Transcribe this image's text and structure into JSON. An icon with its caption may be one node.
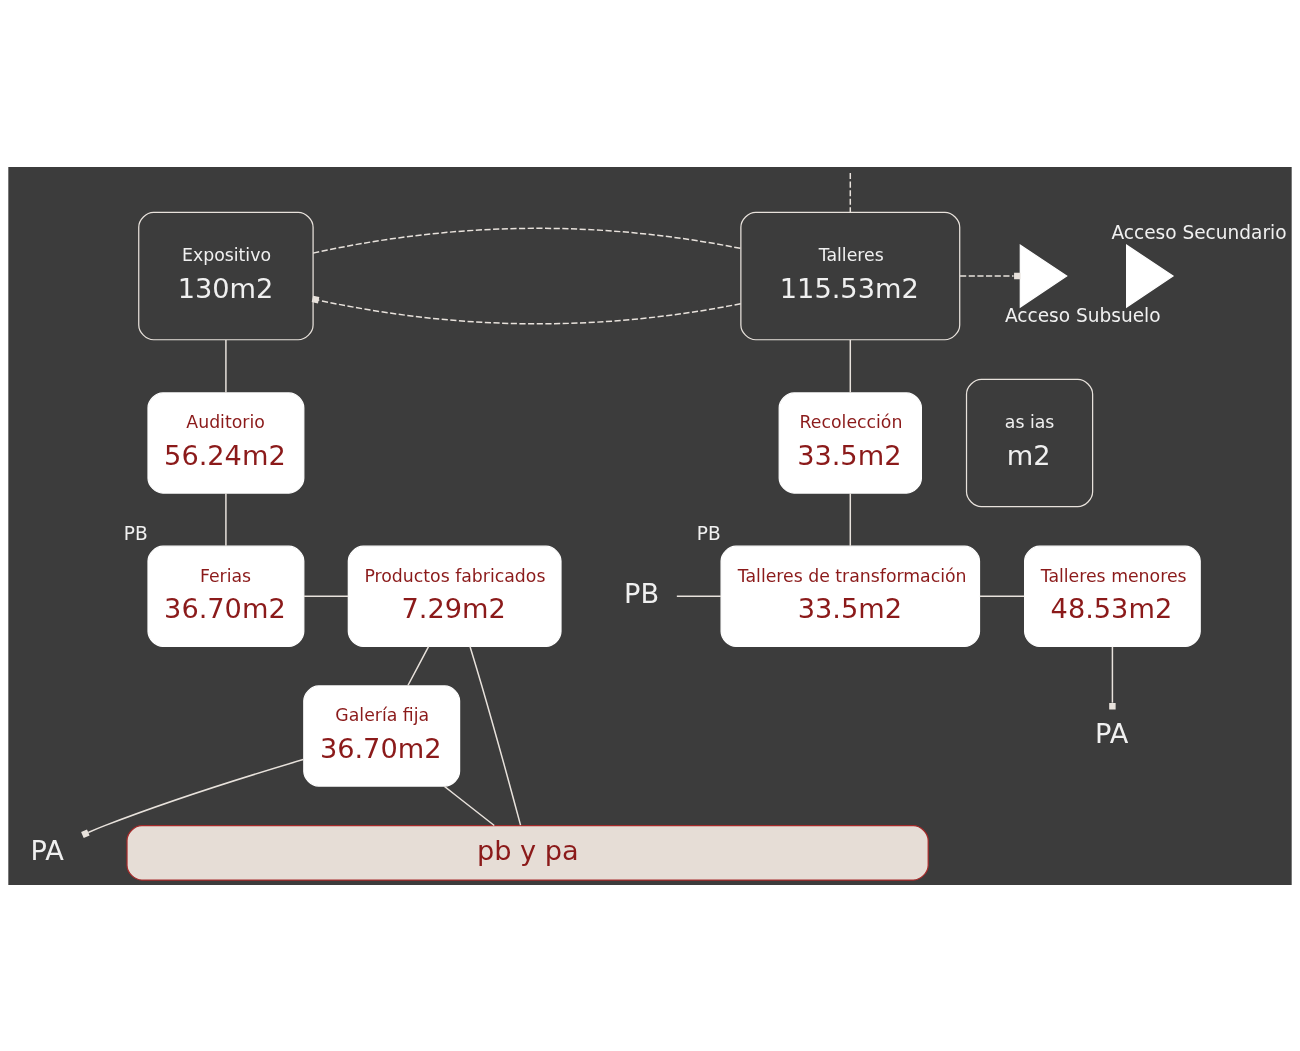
{
  "diagram": {
    "nodes": [
      {
        "text": [
          "Expositivo",
          "130m2"
        ]
      },
      {
        "text": [],
        "shape": "triangle",
        "beside": [
          "Acceso Secundario"
        ]
      },
      {
        "text": [
          "Talleres",
          "115.53m2"
        ]
      },
      {
        "text": [],
        "shape": "triangle",
        "beside": [
          "Acceso Subsuelo"
        ]
      },
      {
        "text": [
          "as ias",
          "m2"
        ]
      },
      {
        "text": [
          "Auditorio",
          "56.24m2"
        ]
      },
      {
        "text": [
          "Recolección",
          "33.5m2"
        ]
      },
      {
        "text": [
          "Ferias",
          "36.70m2"
        ],
        "beside": [
          "PB"
        ]
      },
      {
        "text": [
          "Productos fabricados",
          "7.29m2"
        ]
      },
      {
        "text": [
          "PB"
        ]
      },
      {
        "text": [
          "Talleres de transformación",
          "33.5m2"
        ],
        "beside": [
          "PB"
        ]
      },
      {
        "text": [
          "Talleres menores",
          "48.53m2"
        ]
      },
      {
        "text": [
          "Galería fija",
          "36.70m2"
        ]
      },
      {
        "text": [
          "PA"
        ]
      },
      {
        "text": [
          "PA"
        ]
      },
      {
        "text": [
          "pb y pa"
        ]
      }
    ],
    "edges": [
      {
        "from": 2,
        "to": 0,
        "arrow": "other",
        "style": "dashed"
      },
      {
        "from": null,
        "to": 2,
        "arrow": "none",
        "style": "dashed"
      },
      {
        "from": 0,
        "to": 2,
        "arrow": "none",
        "style": "dashed"
      },
      {
        "from": 2,
        "to": 3,
        "arrow": "other",
        "style": "dashed"
      },
      {
        "from": 0,
        "to": 5,
        "arrow": "none"
      },
      {
        "from": 2,
        "to": 6,
        "arrow": "none"
      },
      {
        "from": 5,
        "to": 7,
        "arrow": "none"
      },
      {
        "from": 6,
        "to": 10,
        "arrow": "none"
      },
      {
        "from": 7,
        "to": 8,
        "arrow": "none"
      },
      {
        "from": 9,
        "to": 10,
        "arrow": "none"
      },
      {
        "from": 10,
        "to": 11,
        "arrow": "none"
      },
      {
        "from": 8,
        "to": 12,
        "arrow": "none"
      },
      {
        "from": 11,
        "to": 13,
        "arrow": "other"
      },
      {
        "from": 12,
        "to": 14,
        "arrow": "other"
      },
      {
        "from": 8,
        "to": 15,
        "arrow": "none"
      },
      {
        "from": 12,
        "to": 15,
        "arrow": "none"
      }
    ]
  }
}
